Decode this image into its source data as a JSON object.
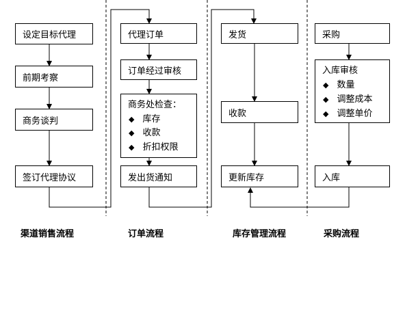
{
  "lanes": [
    {
      "title": "渠道销售流程",
      "steps": [
        "设定目标代理",
        "前期考察",
        "商务谈判",
        "签订代理协议"
      ]
    },
    {
      "title": "订单流程",
      "steps": [
        "代理订单",
        "订单经过审核",
        "发出货通知"
      ],
      "check": {
        "title": "商务处检查：",
        "items": [
          "库存",
          "收款",
          "折扣权限"
        ]
      }
    },
    {
      "title": "库存管理流程",
      "steps": [
        "发货",
        "收款",
        "更新库存"
      ]
    },
    {
      "title": "采购流程",
      "steps": [
        "采购",
        "入库"
      ],
      "review": {
        "title": "入库审核",
        "items": [
          "数量",
          "调整成本",
          "调整单价"
        ]
      }
    }
  ]
}
